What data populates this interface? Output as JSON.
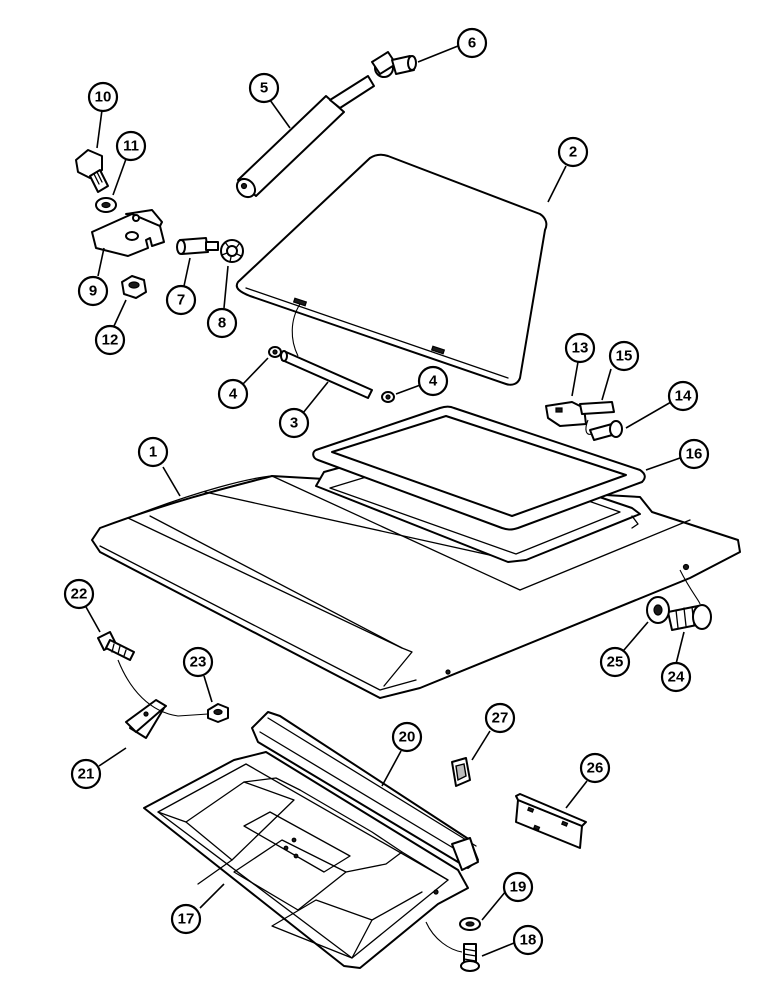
{
  "callouts": [
    {
      "id": "c1",
      "label": "1"
    },
    {
      "id": "c2",
      "label": "2"
    },
    {
      "id": "c3",
      "label": "3"
    },
    {
      "id": "c4a",
      "label": "4"
    },
    {
      "id": "c4b",
      "label": "4"
    },
    {
      "id": "c5",
      "label": "5"
    },
    {
      "id": "c6",
      "label": "6"
    },
    {
      "id": "c7",
      "label": "7"
    },
    {
      "id": "c8",
      "label": "8"
    },
    {
      "id": "c9",
      "label": "9"
    },
    {
      "id": "c10",
      "label": "10"
    },
    {
      "id": "c11",
      "label": "11"
    },
    {
      "id": "c12",
      "label": "12"
    },
    {
      "id": "c13",
      "label": "13"
    },
    {
      "id": "c14",
      "label": "14"
    },
    {
      "id": "c15",
      "label": "15"
    },
    {
      "id": "c16",
      "label": "16"
    },
    {
      "id": "c17",
      "label": "17"
    },
    {
      "id": "c18",
      "label": "18"
    },
    {
      "id": "c19",
      "label": "19"
    },
    {
      "id": "c20",
      "label": "20"
    },
    {
      "id": "c21",
      "label": "21"
    },
    {
      "id": "c22",
      "label": "22"
    },
    {
      "id": "c23",
      "label": "23"
    },
    {
      "id": "c24",
      "label": "24"
    },
    {
      "id": "c25",
      "label": "25"
    },
    {
      "id": "c26",
      "label": "26"
    },
    {
      "id": "c27",
      "label": "27"
    }
  ]
}
